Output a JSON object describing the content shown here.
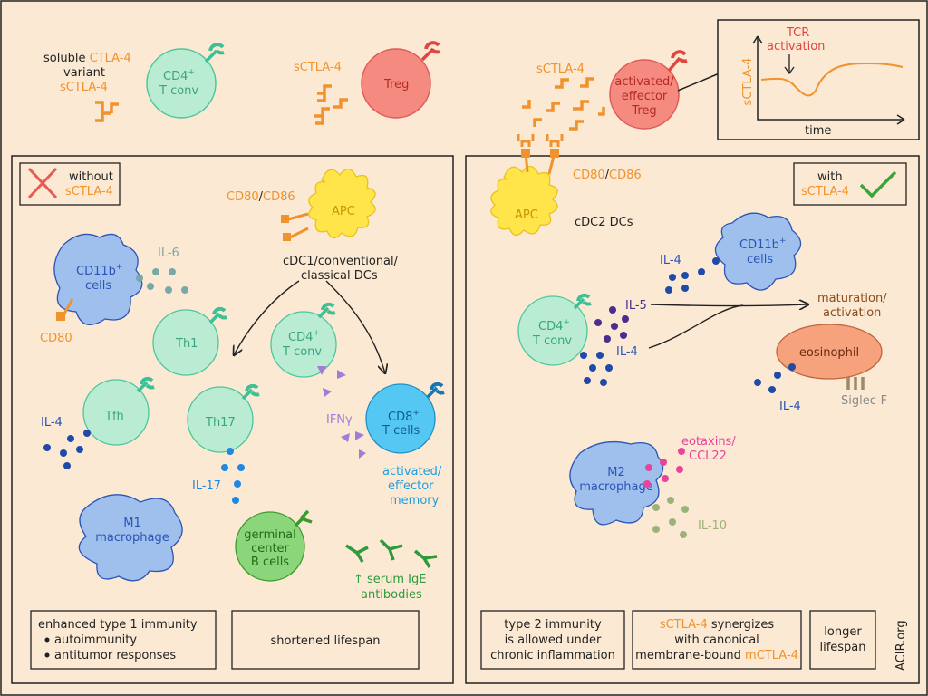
{
  "top": {
    "soluble_line1": "soluble",
    "soluble_ctla4": "CTLA-4",
    "soluble_line2": "variant",
    "soluble_line3": "sCTLA-4",
    "cd4_conv_line1": "CD4",
    "cd4_conv_sup": "+",
    "cd4_conv_line2": "T conv",
    "sctla4_label_treg": "sCTLA-4",
    "treg_label": "Treg",
    "sctla4_label_act": "sCTLA-4",
    "act_treg_line1": "activated/",
    "act_treg_line2": "effector",
    "act_treg_line3": "Treg"
  },
  "graph": {
    "ylabel": "sCTLA-4",
    "xlabel": "time",
    "annotation_line1": "TCR",
    "annotation_line2": "activation"
  },
  "left": {
    "legend_line1": "without",
    "legend_line2": "sCTLA-4",
    "cd80": "CD80",
    "slash": "/",
    "cd86": "CD86",
    "apc": "APC",
    "dc_line1": "cDC1/conventional/",
    "dc_line2": "classical DCs",
    "cd11b_line1": "CD11b",
    "cd11b_sup": "+",
    "cd11b_line2": "cells",
    "il6": "IL-6",
    "cd80_cell": "CD80",
    "th1": "Th1",
    "cd4_line1": "CD4",
    "cd4_sup": "+",
    "cd4_line2": "T conv",
    "tfh": "Tfh",
    "th17": "Th17",
    "il4": "IL-4",
    "ifng": "IFNγ",
    "cd8_line1": "CD8",
    "cd8_sup": "+",
    "cd8_line2": "T cells",
    "act_line1": "activated/",
    "act_line2": "effector",
    "act_line3": "memory",
    "il17": "IL-17",
    "m1_line1": "M1",
    "m1_line2": "macrophage",
    "gc_line1": "germinal",
    "gc_line2": "center",
    "gc_line3": "B cells",
    "ige_line1": "↑ serum IgE",
    "ige_line2": "antibodies",
    "box1_title": "enhanced type 1 immunity",
    "box1_bullet1": "autoimmunity",
    "box1_bullet2": "antitumor responses",
    "box2": "shortened lifespan"
  },
  "right": {
    "legend_line1": "with",
    "legend_line2": "sCTLA-4",
    "cd80": "CD80",
    "slash": "/",
    "cd86": "CD86",
    "apc": "APC",
    "cdc2": "cDC2 DCs",
    "cd11b_line1": "CD11b",
    "cd11b_sup": "+",
    "cd11b_line2": "cells",
    "il4_top": "IL-4",
    "cd4_line1": "CD4",
    "cd4_sup": "+",
    "cd4_line2": "T conv",
    "il5": "IL-5",
    "il4_mid": "IL-4",
    "maturation_line1": "maturation/",
    "maturation_line2": "activation",
    "eosinophil": "eosinophil",
    "il4_eos": "IL-4",
    "siglec": "Siglec-F",
    "eotaxins_line1": "eotaxins/",
    "eotaxins_line2": "CCL22",
    "m2_line1": "M2",
    "m2_line2": "macrophage",
    "il10": "IL-10",
    "box1_line1": "type 2 immunity",
    "box1_line2": "is allowed under",
    "box1_line3": "chronic inflammation",
    "box2_line1a": "sCTLA-4",
    "box2_line1b": " synergizes",
    "box2_line2": "with canonical",
    "box2_line3a": "membrane-bound ",
    "box2_line3b": "mCTLA-4",
    "box3_line1": "longer",
    "box3_line2": "lifespan",
    "watermark": "ACIR.org"
  },
  "colors": {
    "background": "#fbe9d3",
    "tconv": "#b9ecd3",
    "treg": "#f48a80",
    "apc": "#ffe44a",
    "cd11b": "#9fc0ec",
    "cd8": "#55c7f3",
    "eosinophil": "#f5a27d",
    "bcell": "#8bd67a",
    "orange": "#f0922e",
    "pink": "#e7449a",
    "blue": "#2a54b8"
  }
}
